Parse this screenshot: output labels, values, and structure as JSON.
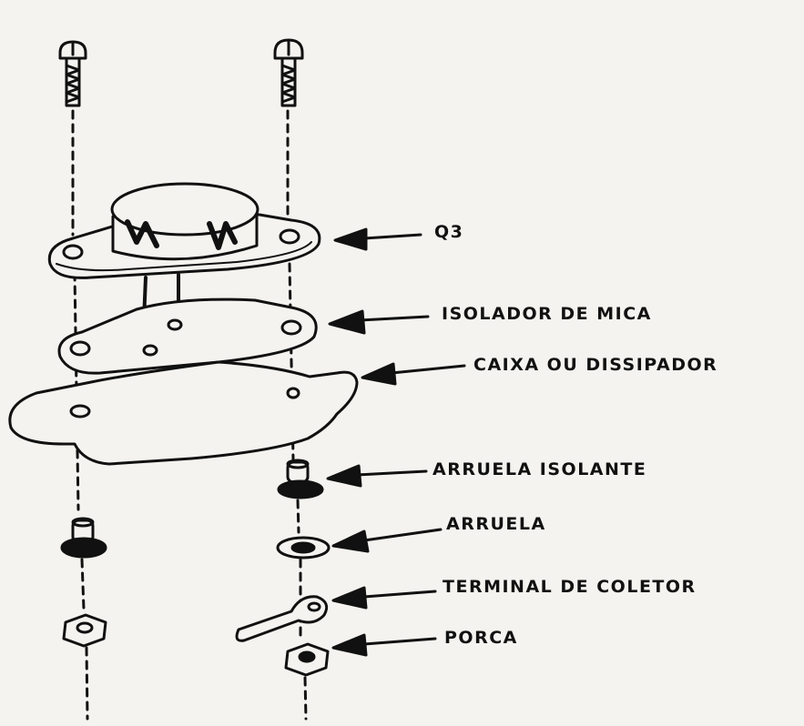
{
  "labels": {
    "q3": "Q3",
    "mica_insulator": "ISOLADOR DE MICA",
    "case_or_heatsink": "CAIXA OU DISSIPADOR",
    "insulating_washer": "ARRUELA ISOLANTE",
    "washer": "ARRUELA",
    "collector_terminal": "TERMINAL DE COLETOR",
    "nut": "PORCA"
  },
  "colors": {
    "ink": "#111111",
    "paper": "#f4f3ef"
  }
}
